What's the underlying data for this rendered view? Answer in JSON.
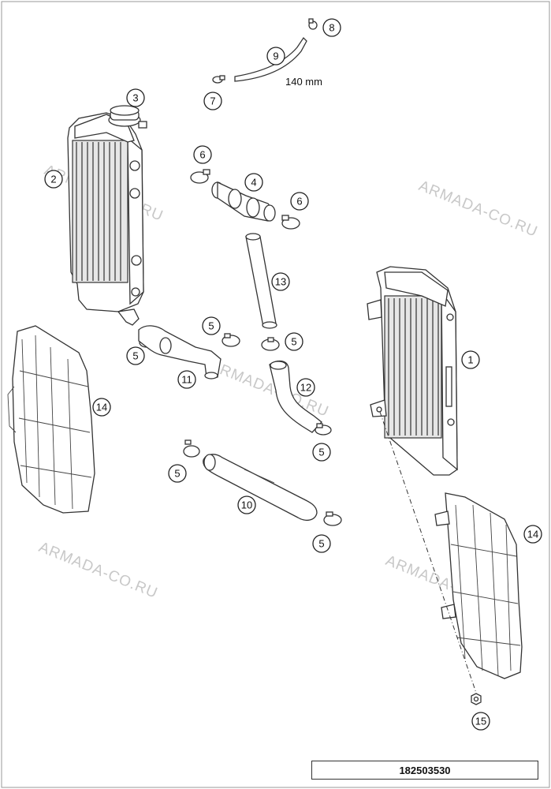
{
  "watermark": "ARMADA-CO.RU",
  "dimension_label": "140 mm",
  "drawing_number": "182503530",
  "callouts": {
    "c1": "1",
    "c2": "2",
    "c3": "3",
    "c4": "4",
    "c5a": "5",
    "c5b": "5",
    "c5c": "5",
    "c5d": "5",
    "c5e": "5",
    "c5f": "5",
    "c6a": "6",
    "c6b": "6",
    "c7": "7",
    "c8": "8",
    "c9": "9",
    "c10": "10",
    "c11": "11",
    "c12": "12",
    "c13": "13",
    "c14a": "14",
    "c14b": "14",
    "c15": "15"
  }
}
